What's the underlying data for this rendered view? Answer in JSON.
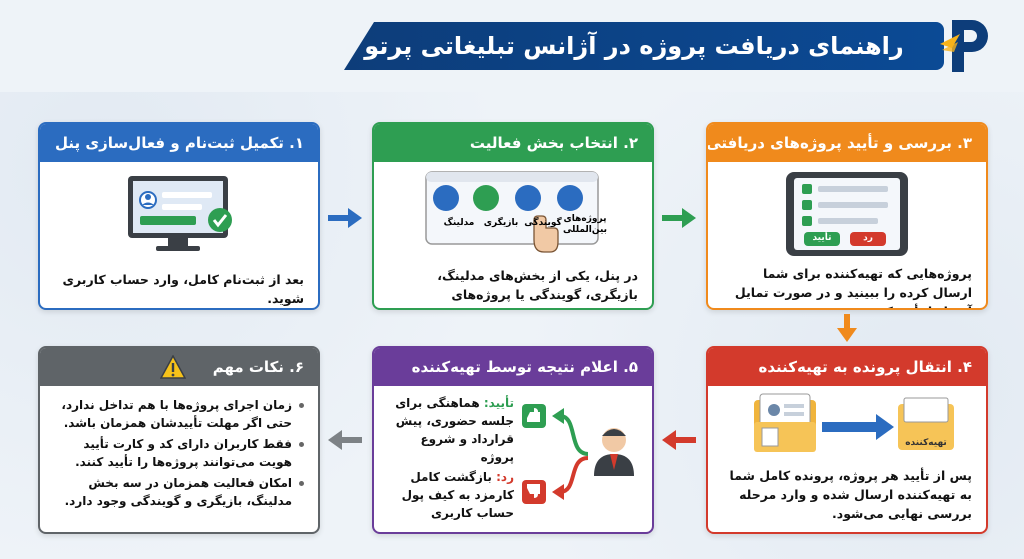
{
  "header": {
    "title": "راهنمای دریافت پروژه در آژانس تبلیغاتی پرتو",
    "logo_letter": "P"
  },
  "colors": {
    "navy": "#0d3d7a",
    "blue": "#2b6cc0",
    "green": "#2e9e52",
    "orange": "#f08a1c",
    "red": "#d33a2c",
    "purple": "#6a3d9a",
    "gray": "#5f6468"
  },
  "steps": [
    {
      "title": "۱. تکمیل ثبت‌نام و فعال‌سازی پنل",
      "body": "بعد از ثبت‌نام کامل، وارد حساب کاربری شوید.",
      "icon": "monitor-user-check-icon"
    },
    {
      "title": "۲. انتخاب بخش فعالیت",
      "body": "در پنل، یکی از بخش‌های مدلینگ، بازیگری، گویندگی یا پروژه‌های بین‌المللی را انتخاب کنید.",
      "options": [
        "پروژه‌های بین‌المللی",
        "گویندگی",
        "بازیگری",
        "مدلینگ"
      ],
      "icon": "hand-pointer-icon"
    },
    {
      "title": "۳. بررسی و تأیید پروژه‌های دریافتی",
      "body": "پروژه‌هایی که تهیه‌کننده برای شما ارسال کرده را ببینید و در صورت تمایل آن‌ها را تأیید کنید.",
      "buttons": {
        "approve": "تأیید",
        "reject": "رد"
      },
      "icon": "tablet-checklist-icon"
    },
    {
      "title": "۴. انتقال پرونده به تهیه‌کننده",
      "body": "پس از تأیید هر پروژه، پرونده کامل شما به تهیه‌کننده ارسال شده و وارد مرحله بررسی نهایی می‌شود.",
      "folder_label": "تهیه‌کننده",
      "icon": "folder-transfer-icon"
    },
    {
      "title": "۵. اعلام نتیجه توسط تهیه‌کننده",
      "approve_label": "تأیید:",
      "approve_text": "هماهنگی برای جلسه حضوری، پیش قرارداد و شروع پروژه",
      "reject_label": "رد:",
      "reject_text": "بازگشت کامل کارمزد به کیف پول حساب کاربری",
      "icon": "producer-avatar-icon"
    },
    {
      "title": "۶. نکات مهم",
      "bullets": [
        "زمان اجرای پروژه‌ها با هم تداخل ندارد، حتی اگر مهلت تأییدشان همزمان باشد.",
        "فقط کاربران دارای کد و کارت تأیید هویت می‌توانند پروژه‌ها را تأیید کنند.",
        "امکان فعالیت همزمان در سه بخش مدلینگ، بازیگری و گویندگی وجود دارد."
      ],
      "icon": "warning-icon"
    }
  ]
}
